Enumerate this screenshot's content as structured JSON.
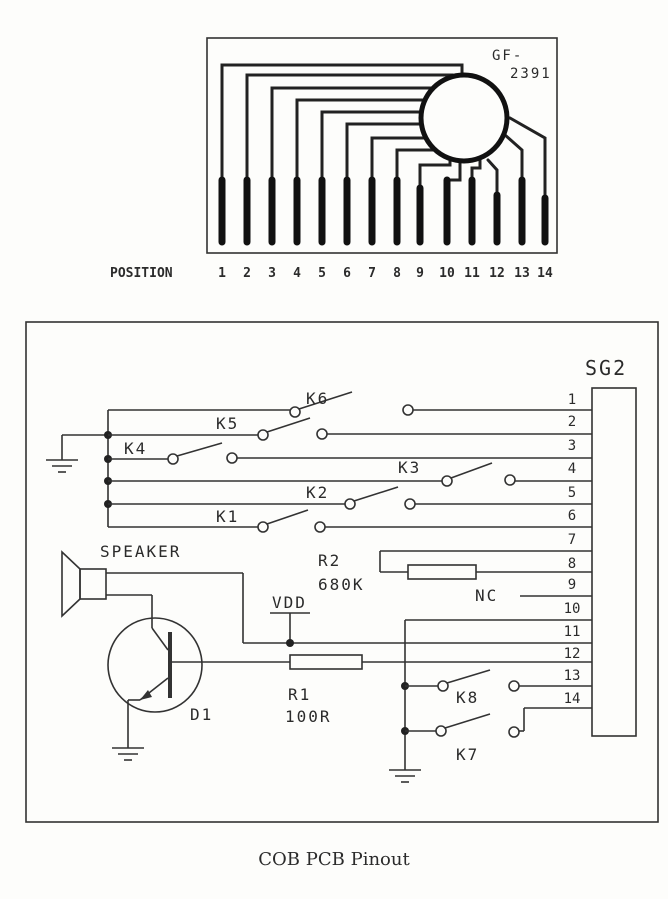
{
  "pcb": {
    "model_line1": "GF-",
    "model_line2": "2391",
    "position_label": "POSITION",
    "positions": [
      "1",
      "2",
      "3",
      "4",
      "5",
      "6",
      "7",
      "8",
      "9",
      "10",
      "11",
      "12",
      "13",
      "14"
    ]
  },
  "schematic": {
    "connector_label": "SG2",
    "pins": [
      "1",
      "2",
      "3",
      "4",
      "5",
      "6",
      "7",
      "8",
      "9",
      "10",
      "11",
      "12",
      "13",
      "14"
    ],
    "switches": {
      "k1": "K1",
      "k2": "K2",
      "k3": "K3",
      "k4": "K4",
      "k5": "K5",
      "k6": "K6",
      "k7": "K7",
      "k8": "K8"
    },
    "speaker_label": "SPEAKER",
    "r2_label": "R2",
    "r2_value": "680K",
    "nc_label": "NC",
    "vdd_label": "VDD",
    "r1_label": "R1",
    "r1_value": "100R",
    "d1_label": "D1"
  },
  "caption": "COB PCB Pinout"
}
